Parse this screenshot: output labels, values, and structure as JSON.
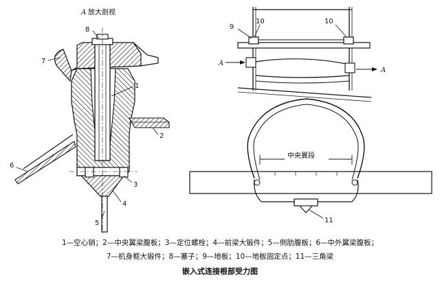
{
  "section_title_prefix": "A",
  "section_title": "放大剖视",
  "arrow_label": "A",
  "center_box_label": "中央翼段",
  "labels": {
    "n1": "1",
    "n2": "2",
    "n3": "3",
    "n4": "4",
    "n5": "5",
    "n6": "6",
    "n7": "7",
    "n8": "8",
    "n9": "9",
    "n10": "10",
    "n11": "11"
  },
  "legend_line_1": "1—空心销；2—中央翼梁腹板；3—定位螺栓；4—前梁大锻件；5—侧肋腹板；6—中外翼梁腹板；",
  "legend_line_2": "7—机身框大锻件；8—塞子；9—地板；10—地板固定点；11—三角梁",
  "figure_title": "嵌入式连接根部受力图"
}
